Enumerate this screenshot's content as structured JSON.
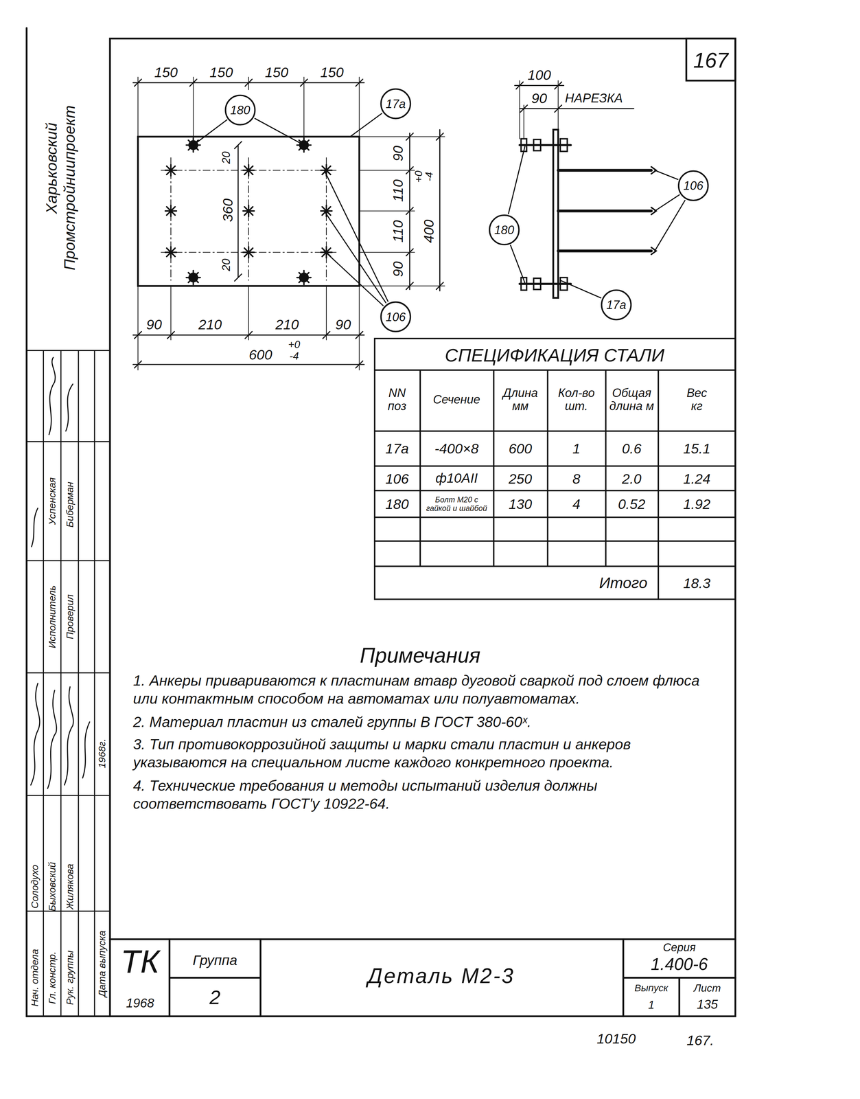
{
  "diagram": {
    "title": "Деталь М2-3",
    "nodes": [
      {
        "text": [
          "180"
        ]
      },
      {
        "text": [
          "17а"
        ]
      },
      {
        "text": [
          "106"
        ]
      },
      {
        "text": [
          "106"
        ]
      },
      {
        "text": [
          "180"
        ]
      },
      {
        "text": [
          "17а"
        ]
      }
    ],
    "labels": [
      "167",
      "150",
      "150",
      "150",
      "150",
      "20",
      "360",
      "20",
      "90",
      "110",
      "110",
      "90",
      "+0",
      "-4",
      "400",
      "90",
      "210",
      "210",
      "90",
      "+0",
      "600",
      "-4",
      "100",
      "90",
      "НАРЕЗКА",
      "СПЕЦИФИКАЦИЯ СТАЛИ",
      "NN поз",
      "Сечение",
      "Длина мм",
      "Кол-во шт.",
      "Общая длина м",
      "Вес кг",
      "17а",
      "-400×8",
      "600",
      "1",
      "0.6",
      "15.1",
      "106",
      "ф10АII",
      "250",
      "8",
      "2.0",
      "1.24",
      "180",
      "Болт М20 с гайкой и шайбой",
      "130",
      "4",
      "0.52",
      "1.92",
      "Итого",
      "18.3",
      "Примечания",
      "1. Анкеры привариваются к пластинам втавр дуговой сваркой под слоем флюса или контактным способом на автоматах или полуавтоматах.",
      "2. Материал пластин из сталей группы В ГОСТ 380-60ˣ.",
      "3. Тип противокоррозийной защиты и марки стали пластин и анкеров указываются на специальном листе каждого конкретного проекта.",
      "4. Технические требования и методы испытаний изделия должны соответствовать ГОСТ'у 10922-64.",
      "ТК",
      "1968",
      "Группа",
      "2",
      "Серия",
      "1.400-6",
      "Выпуск",
      "1",
      "Лист",
      "135",
      "10150",
      "167.",
      "Харьковский",
      "Промстройниипроект",
      "Нач. отдела",
      "Солодухо",
      "Гл. констр.",
      "Быховский",
      "Рук. группы",
      "Жилякова",
      "Исполнитель",
      "Успенская",
      "Проверил",
      "Биберман",
      "Дата выпуска",
      "1968г."
    ]
  }
}
